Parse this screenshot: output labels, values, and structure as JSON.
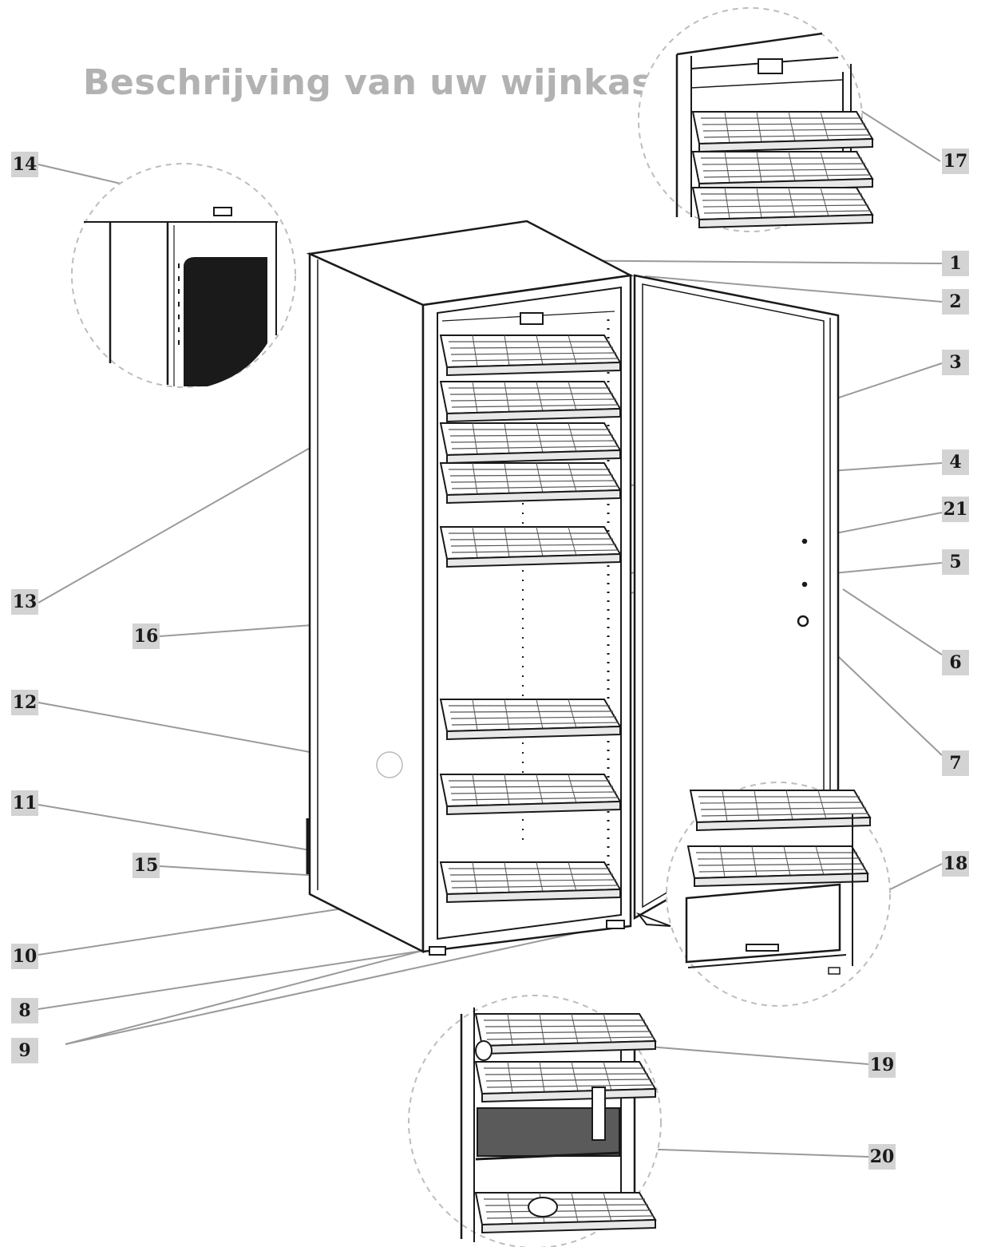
{
  "title": "Beschrijving van uw wijnkast",
  "callouts": [
    {
      "id": "c1",
      "label": "1"
    },
    {
      "id": "c2",
      "label": "2"
    },
    {
      "id": "c3",
      "label": "3"
    },
    {
      "id": "c4",
      "label": "4"
    },
    {
      "id": "c5",
      "label": "5"
    },
    {
      "id": "c6",
      "label": "6"
    },
    {
      "id": "c7",
      "label": "7"
    },
    {
      "id": "c8",
      "label": "8"
    },
    {
      "id": "c9",
      "label": "9"
    },
    {
      "id": "c10",
      "label": "10"
    },
    {
      "id": "c11",
      "label": "11"
    },
    {
      "id": "c12",
      "label": "12"
    },
    {
      "id": "c13",
      "label": "13"
    },
    {
      "id": "c14",
      "label": "14"
    },
    {
      "id": "c15",
      "label": "15"
    },
    {
      "id": "c16",
      "label": "16"
    },
    {
      "id": "c17",
      "label": "17"
    },
    {
      "id": "c18",
      "label": "18"
    },
    {
      "id": "c19",
      "label": "19"
    },
    {
      "id": "c20",
      "label": "20"
    },
    {
      "id": "c21",
      "label": "21"
    }
  ],
  "colors": {
    "title": "#b2b2b2",
    "callout_bg": "#d3d3d3",
    "line": "#1a1a1a",
    "leader": "#9a9a9a",
    "dashed_circle": "#bdbdbd"
  }
}
